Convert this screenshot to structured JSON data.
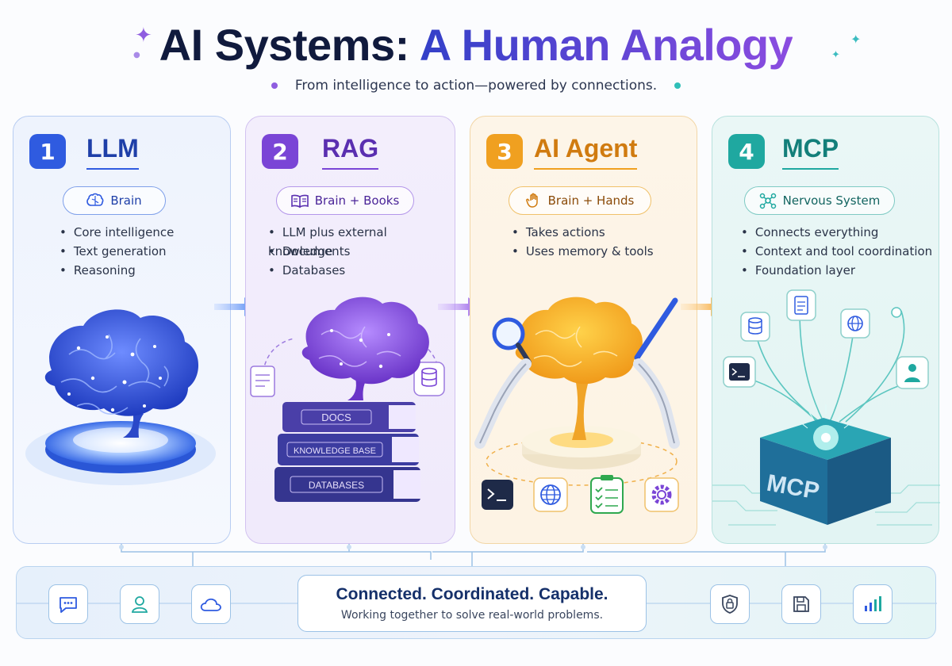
{
  "header": {
    "title_a": "AI Systems: ",
    "title_b": "A Human Analogy",
    "subtitle": "From intelligence to action—powered by connections."
  },
  "panels": [
    {
      "number": "1",
      "title": "LLM",
      "analogy": "Brain",
      "bullets": [
        "Core intelligence",
        "Text generation",
        "Reasoning"
      ]
    },
    {
      "number": "2",
      "title": "RAG",
      "analogy": "Brain + Books",
      "bullets": [
        "LLM plus external knowledge",
        "Documents",
        "Databases"
      ],
      "book_labels": [
        "DOCS",
        "KNOWLEDGE BASE",
        "DATABASES"
      ]
    },
    {
      "number": "3",
      "title": "AI Agent",
      "analogy": "Brain + Hands",
      "bullets": [
        "Takes actions",
        "Uses memory & tools"
      ]
    },
    {
      "number": "4",
      "title": "MCP",
      "analogy": "Nervous System",
      "bullets": [
        "Connects everything",
        "Context and tool coordination",
        "Foundation layer"
      ],
      "cube_label": "MCP"
    }
  ],
  "footer": {
    "headline": "Connected. Coordinated. Capable.",
    "tagline": "Working together to solve real-world problems.",
    "left_icons": [
      "chat-icon",
      "user-icon",
      "cloud-icon"
    ],
    "right_icons": [
      "shield-lock-icon",
      "save-icon",
      "bar-chart-icon"
    ]
  },
  "colors": {
    "llm": "#2f5be0",
    "rag": "#7a45d6",
    "agent": "#f0a020",
    "mcp": "#1fa8a0"
  }
}
